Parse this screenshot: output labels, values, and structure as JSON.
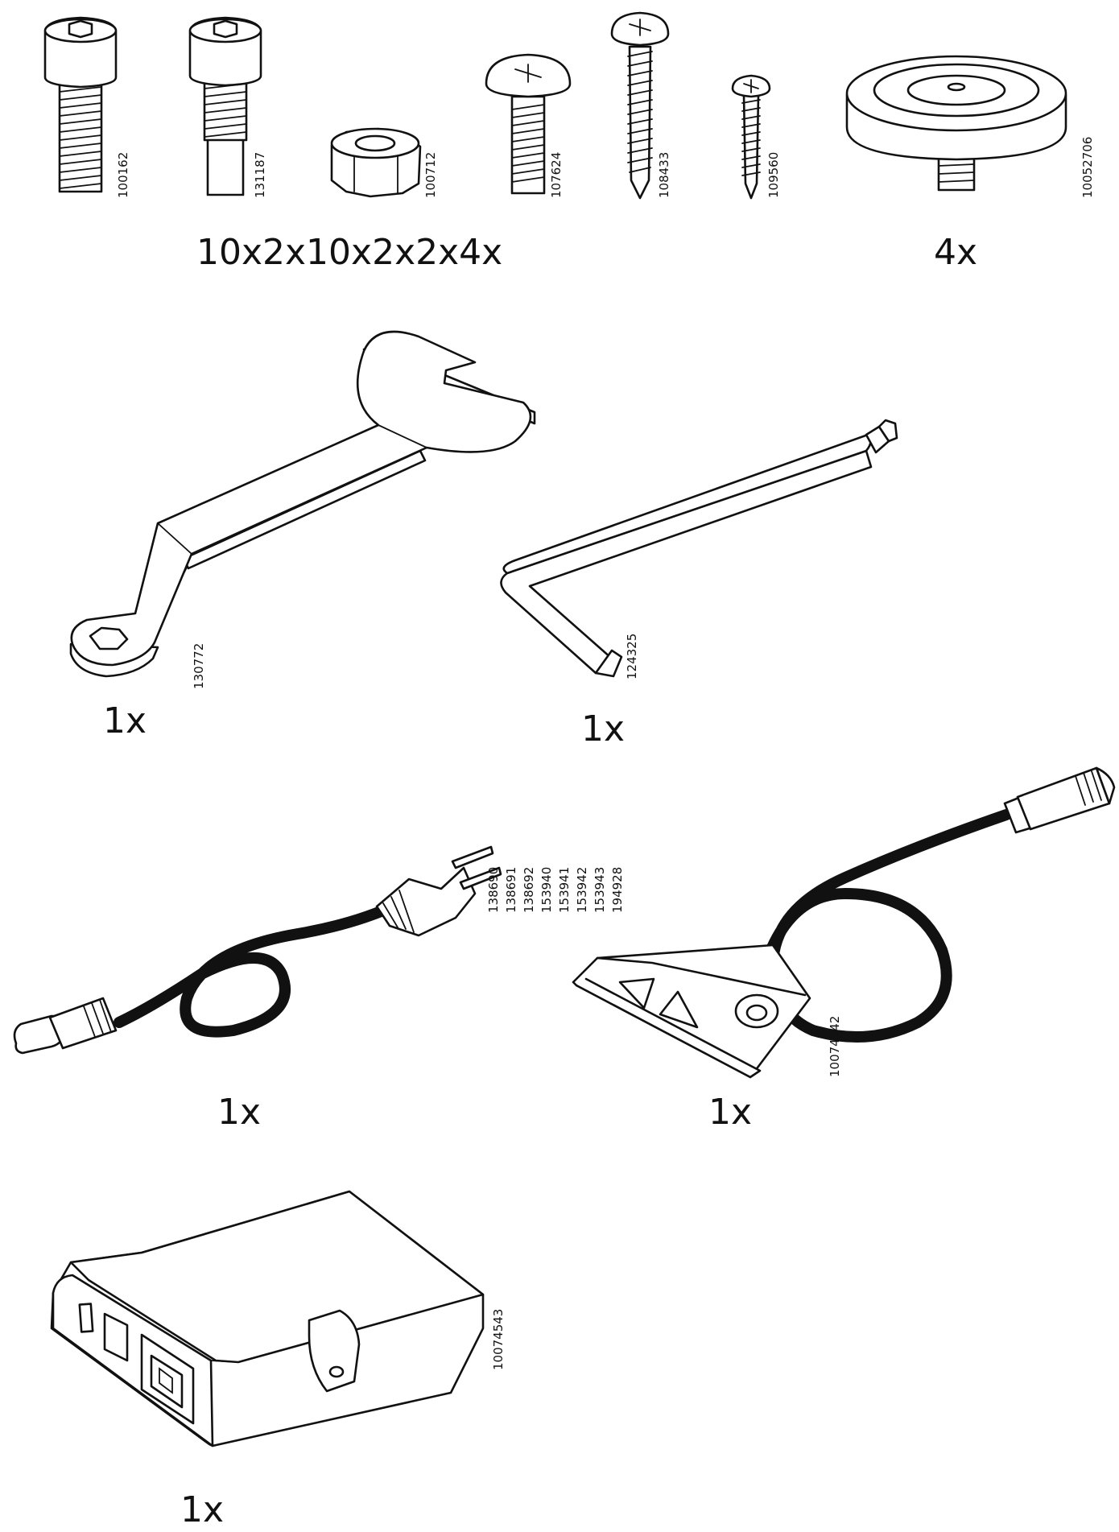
{
  "parts": {
    "screw_100162": "100162",
    "screw_131187": "131187",
    "nut_100712": "100712",
    "screw_107624": "107624",
    "screw_108433": "108433",
    "screw_109560": "109560",
    "foot_10052706": "10052706",
    "wrench_130772": "130772",
    "allen_124325": "124325",
    "power_cord_numbers": [
      "138690",
      "138691",
      "138692",
      "153940",
      "153941",
      "153942",
      "153943",
      "194928"
    ],
    "switch_10074542": "10074542",
    "control_box_10074543": "10074543"
  },
  "quantities": {
    "screws_row": "10x2x10x2x2x4x",
    "foot": "4x",
    "wrench": "1x",
    "allen_key": "1x",
    "power_cord": "1x",
    "switch": "1x",
    "control_box": "1x"
  },
  "colors": {
    "line": "#111111",
    "background": "#ffffff"
  }
}
